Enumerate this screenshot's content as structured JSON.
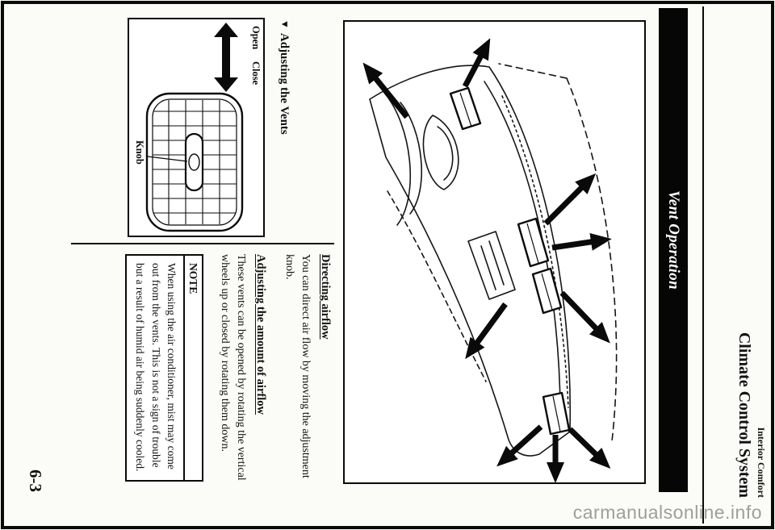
{
  "header": {
    "kicker": "Interior Comfort",
    "title": "Climate Control System"
  },
  "banner": {
    "title": "Vent Operation"
  },
  "figure": {
    "caption_marker": "▼",
    "caption": "Adjusting the Vents",
    "labels": {
      "open": "Open",
      "close": "Close",
      "knob": "Knob"
    }
  },
  "sections": [
    {
      "heading": "Directing airflow",
      "body": "You can direct air flow by moving the adjustment knob."
    },
    {
      "heading": "Adjusting the amount of airflow",
      "body": "These vents can be opened by rotating the vertical wheels up or closed by rotating them down."
    }
  ],
  "note": {
    "label": "NOTE",
    "body": "When using the air conditioner, mist may come out from the vents. This is not a sign of trouble but a result of humid air being suddenly cooled."
  },
  "page": {
    "number": "6-3",
    "watermark": "carmanualsonline.info"
  },
  "colors": {
    "ink": "#0a0a0a",
    "banner_bg": "#060606",
    "watermark_gray": "#9e9e9e"
  }
}
